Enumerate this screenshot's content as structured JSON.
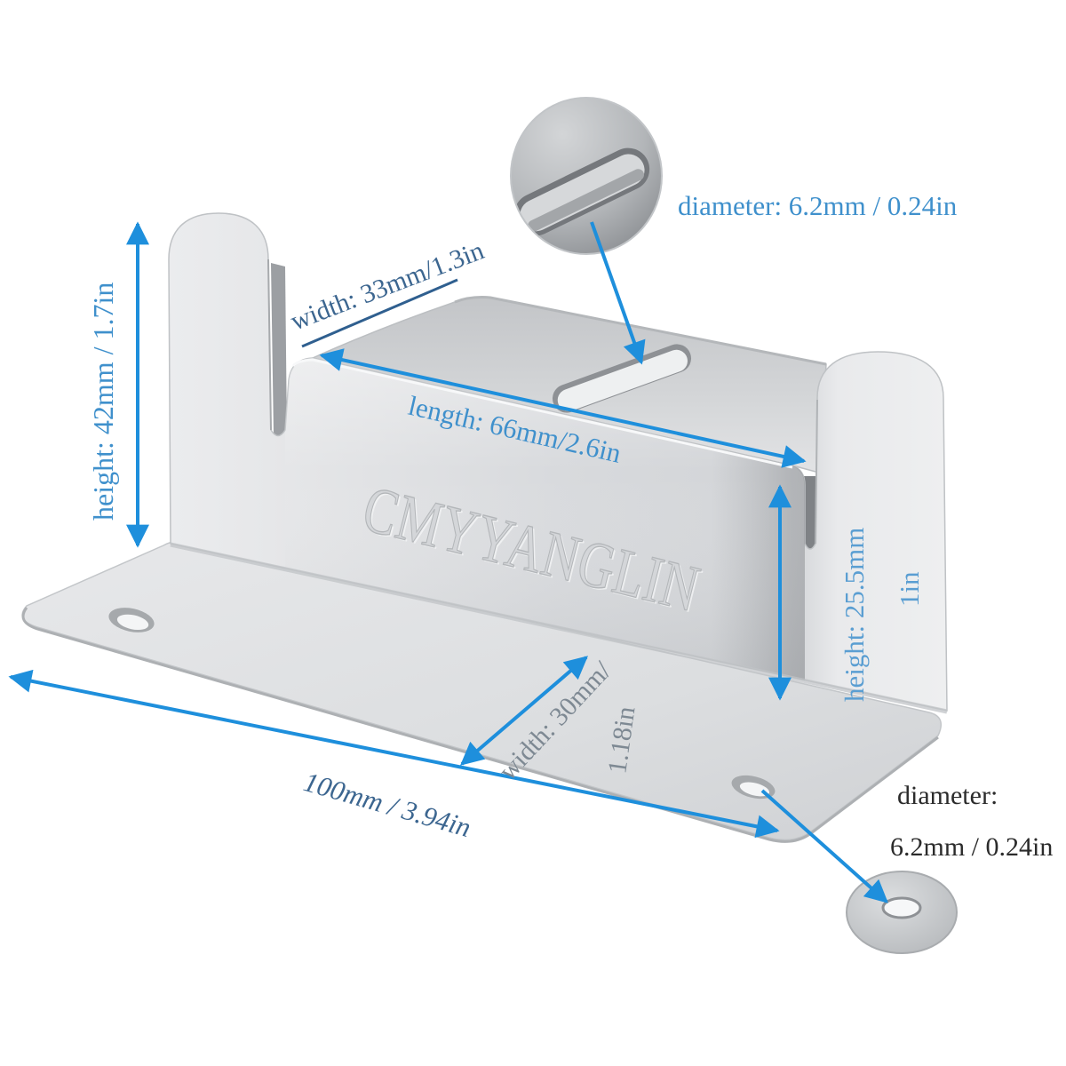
{
  "figure": {
    "brand_emboss": "CMYYANGLIN"
  },
  "labels": {
    "top_hole_diameter": "diameter: 6.2mm / 0.24in",
    "top_plate_width": "width: 33mm/1.3in",
    "side_height": "height: 42mm / 1.7in",
    "top_length": "length: 66mm/2.6in",
    "front_height": "height: 25.5mm",
    "front_height_in": "1in",
    "base_width": "width: 30mm/",
    "base_width_in": "1.18in",
    "base_length": "100mm / 3.94in",
    "base_hole_diameter": "diameter:",
    "base_hole_diameter_value": "6.2mm / 0.24in"
  },
  "colors": {
    "arrow": "#1e8fdc",
    "width_line": "#2f5f8f",
    "label_blue": "#3f90cc",
    "label_light_blue": "#5a9ed2",
    "label_steel": "#3c6690",
    "label_gray": "#7e8993",
    "label_dark": "#2b2b2b",
    "emboss_fill": "#d4d6d9",
    "emboss_edge": "#b3b6b9"
  }
}
